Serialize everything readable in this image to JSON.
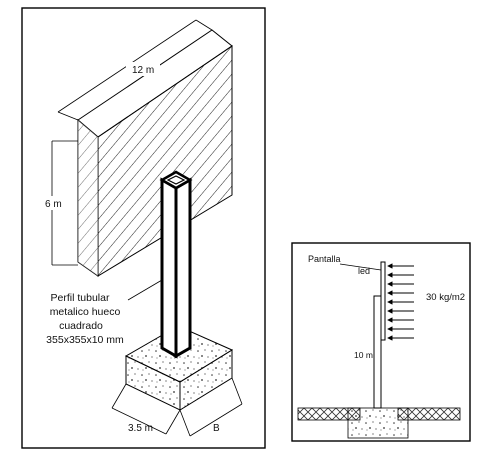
{
  "left_panel": {
    "width_label": "12 m",
    "height_label": "6 m",
    "profile_lines": [
      "Perfil tubular",
      "metalico hueco",
      "cuadrado",
      "355x355x10 mm"
    ],
    "footing_width_label": "3.5 m",
    "footing_depth_label": "B"
  },
  "right_panel": {
    "screen_label": "Pantalla",
    "screen_label_2": "led",
    "wind_load_label": "30 kg/m2",
    "column_height_label": "10 m"
  }
}
